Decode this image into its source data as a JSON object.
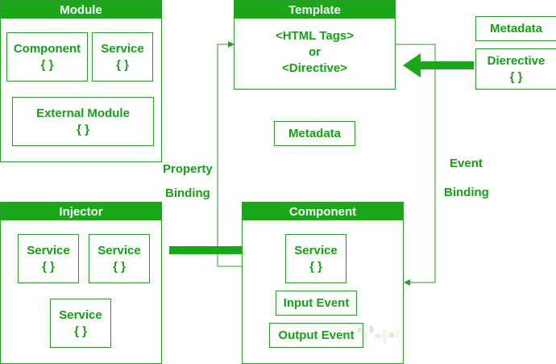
{
  "colors": {
    "green": "#1aa71a",
    "border": "#2e9a2e",
    "text": "#15a015"
  },
  "module": {
    "title": "Module",
    "component": {
      "label": "Component",
      "braces": "{ }"
    },
    "service": {
      "label": "Service",
      "braces": "{ }"
    },
    "external_module": {
      "label": "External Module",
      "braces": "{ }"
    }
  },
  "template": {
    "title": "Template",
    "line1": "<HTML Tags>",
    "line2": "or",
    "line3": "<Directive>"
  },
  "metadata_top": "Metadata",
  "directive": {
    "label": "Dierective",
    "braces": "{ }"
  },
  "metadata_mid": "Metadata",
  "property_binding": {
    "line1": "Property",
    "line2": "Binding"
  },
  "event_binding": {
    "line1": "Event",
    "line2": "Binding"
  },
  "injector": {
    "title": "Injector",
    "services": [
      {
        "label": "Service",
        "braces": "{ }"
      },
      {
        "label": "Service",
        "braces": "{ }"
      },
      {
        "label": "Service",
        "braces": "{ }"
      }
    ]
  },
  "component": {
    "title": "Component",
    "service": {
      "label": "Service",
      "braces": "{ }"
    },
    "input_event": "Input Event",
    "output_event": "Output Event"
  }
}
